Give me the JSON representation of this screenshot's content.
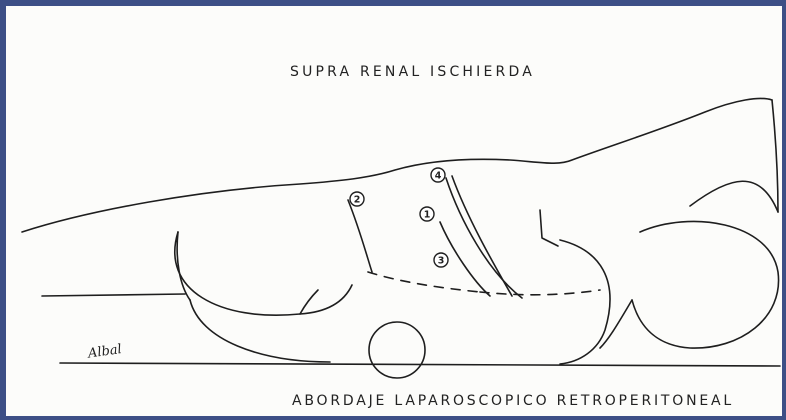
{
  "diagram": {
    "title": "SUPRA RENAL ISCHIERDA",
    "caption": "ABORDAJE LAPAROSCOPICO RETROPERITONEAL",
    "signature": "Albal",
    "port_labels": [
      "1",
      "2",
      "3",
      "4"
    ]
  },
  "colors": {
    "frame": "#3d4f86",
    "ink": "#1e1e1e",
    "paper": "#fcfcfa"
  }
}
